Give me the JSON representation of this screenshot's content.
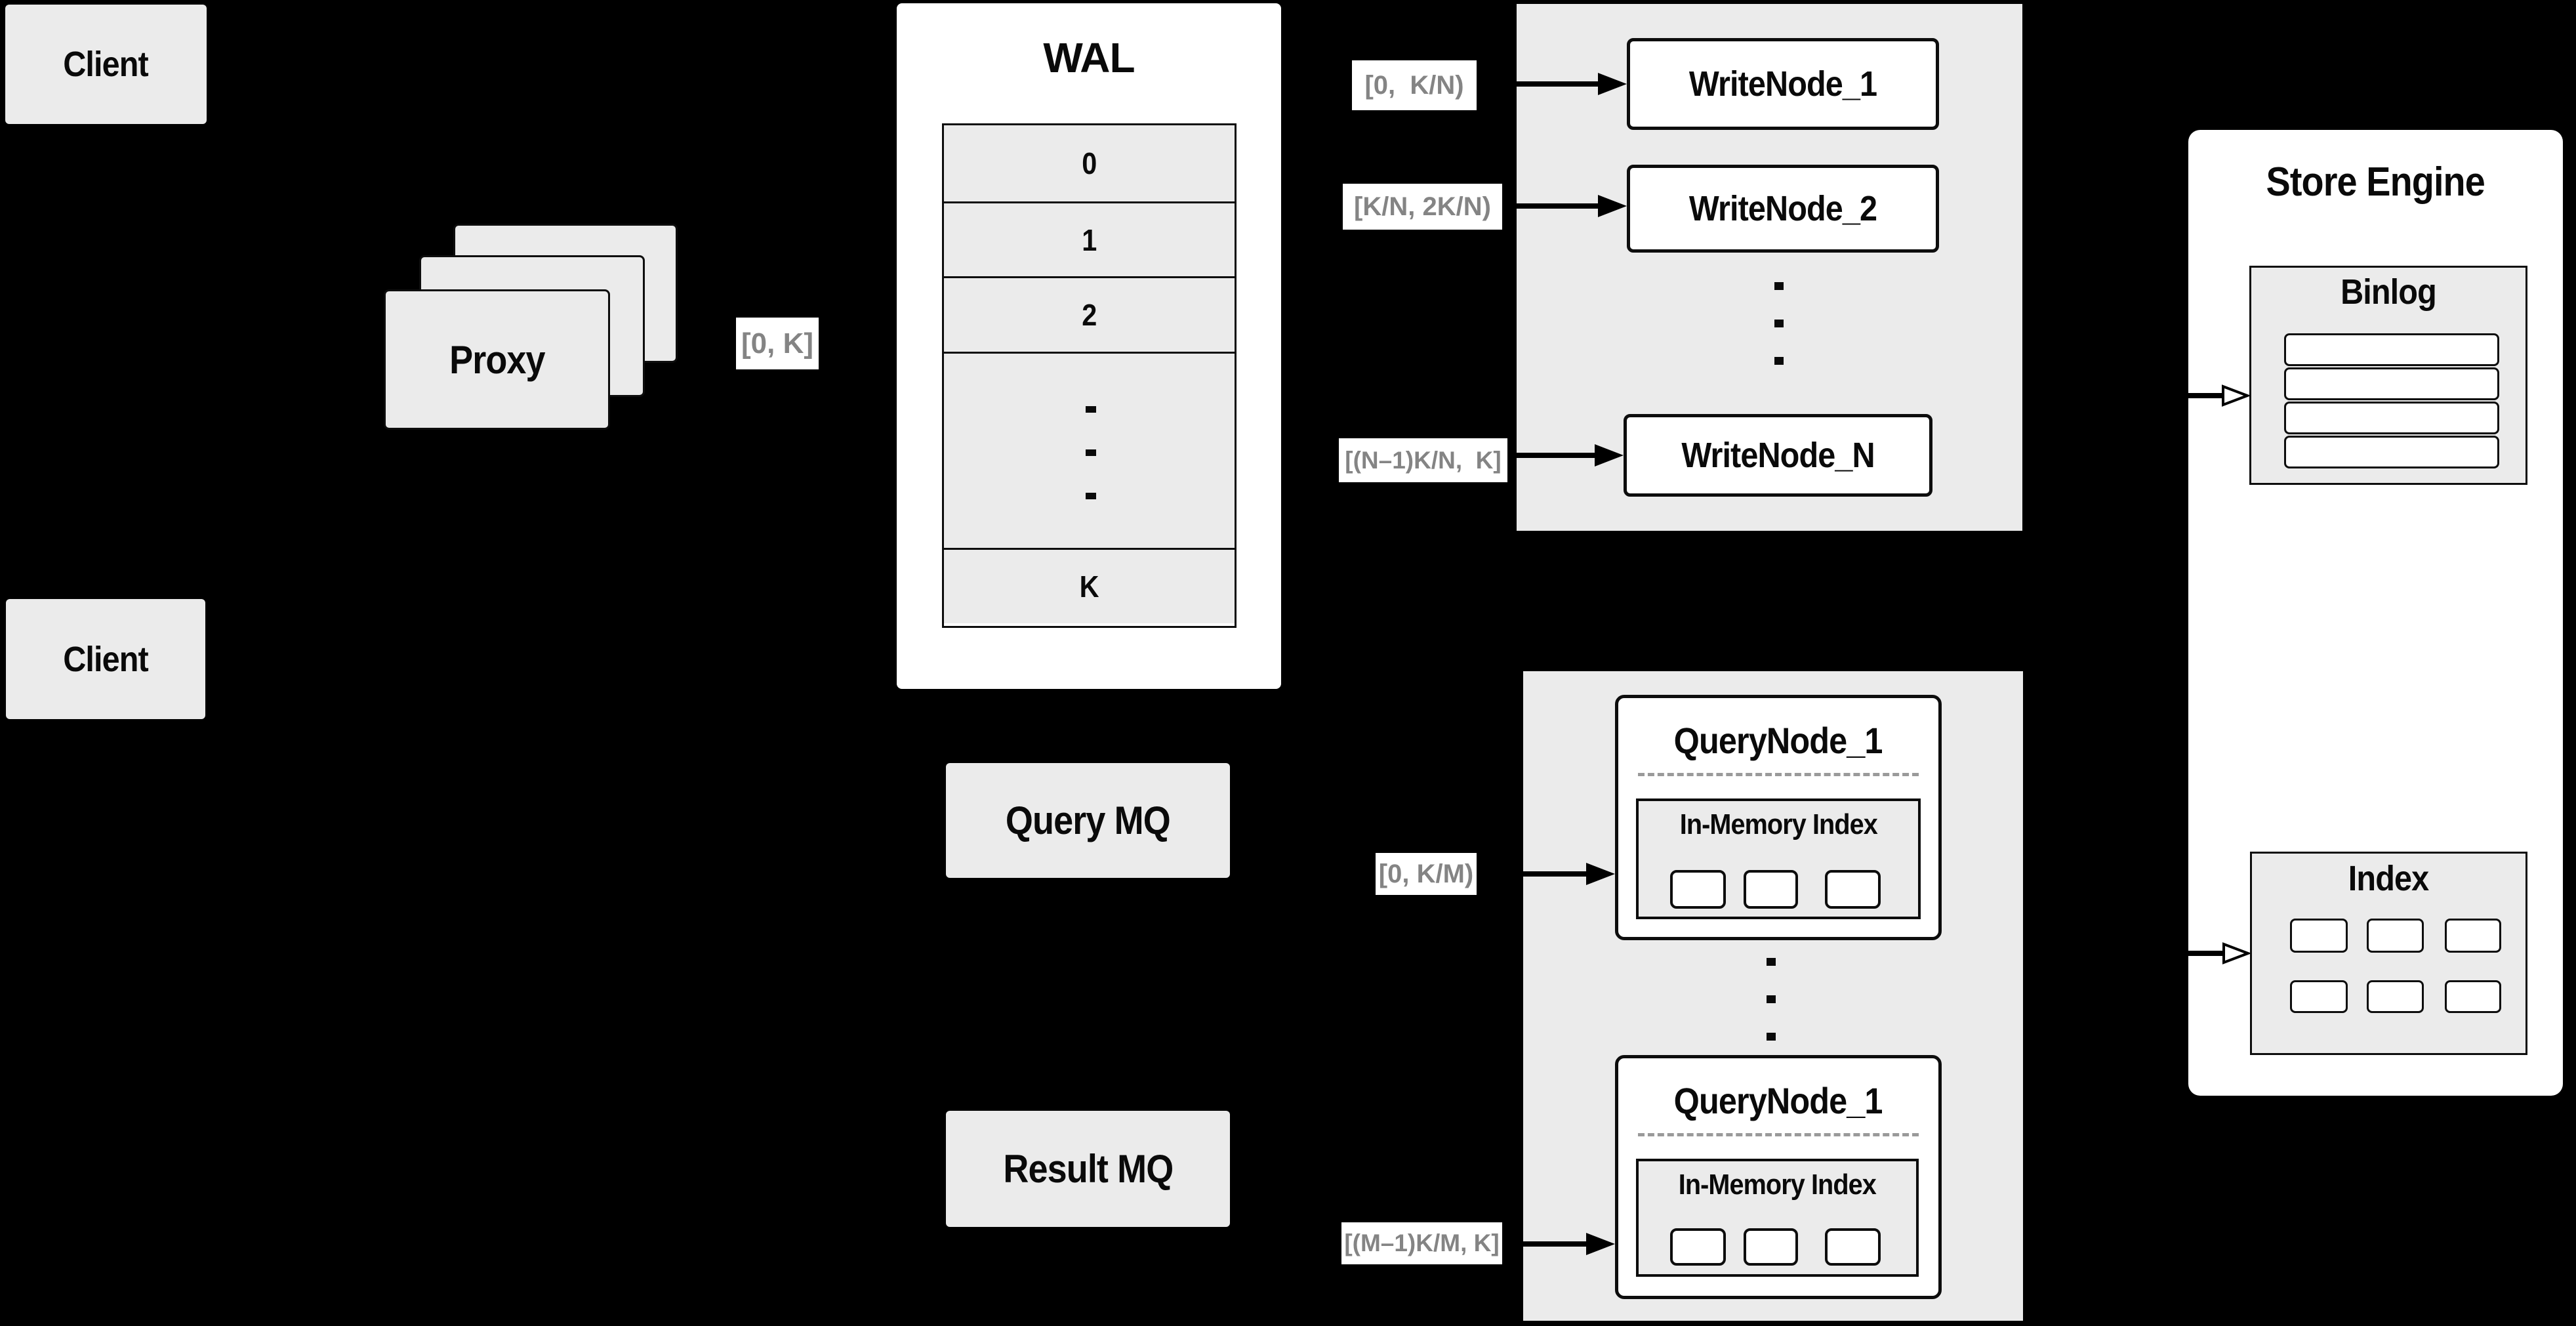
{
  "colors": {
    "background": "#000000",
    "panel_fill": "#ebebeb",
    "box_fill": "#ffffff",
    "border": "#0d0d0d",
    "range_text": "#848484",
    "dashed_divider": "#9a9a9a",
    "text": "#0a0a0a"
  },
  "client_top": {
    "label": "Client"
  },
  "client_bottom": {
    "label": "Client"
  },
  "proxy": {
    "label": "Proxy",
    "range": "[0, K]"
  },
  "wal": {
    "title": "WAL",
    "row0": "0",
    "row1": "1",
    "row2": "2",
    "rowk": "K"
  },
  "write_panel": {
    "node1": {
      "label": "WriteNode_1",
      "range": "[0,  K/N)"
    },
    "node2": {
      "label": "WriteNode_2",
      "range": "[K/N, 2K/N)"
    },
    "nodeN": {
      "label": "WriteNode_N",
      "range": "[(N–1)K/N,  K]"
    }
  },
  "store_engine": {
    "title": "Store Engine",
    "binlog": {
      "title": "Binlog"
    },
    "index": {
      "title": "Index"
    }
  },
  "mq": {
    "query": "Query MQ",
    "result": "Result MQ"
  },
  "query_panel": {
    "node1": {
      "title": "QueryNode_1",
      "inner_title": "In-Memory Index",
      "range": "[0, K/M)"
    },
    "node2": {
      "title": "QueryNode_1",
      "inner_title": "In-Memory Index",
      "range": "[(M–1)K/M, K]"
    }
  }
}
